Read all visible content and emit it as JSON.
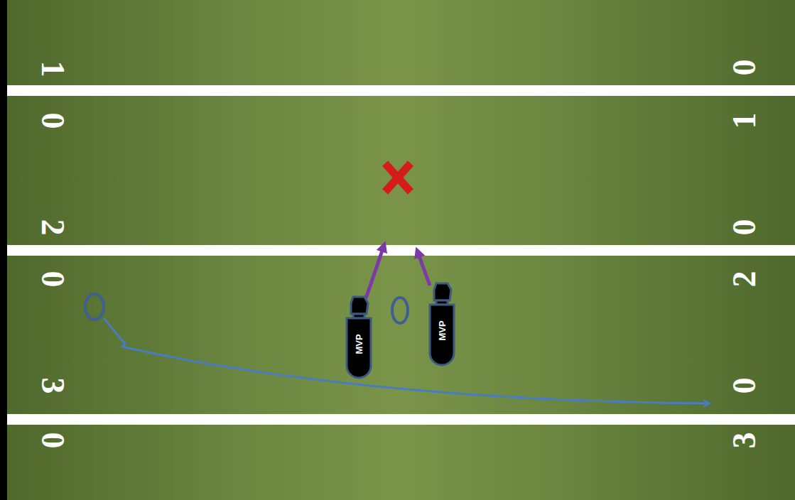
{
  "diagram": {
    "labels": [
      "1",
      "0",
      "0",
      "1",
      "2",
      "0",
      "0",
      "2",
      "MVP",
      "MVP",
      "3",
      "0",
      "0",
      "3"
    ]
  }
}
